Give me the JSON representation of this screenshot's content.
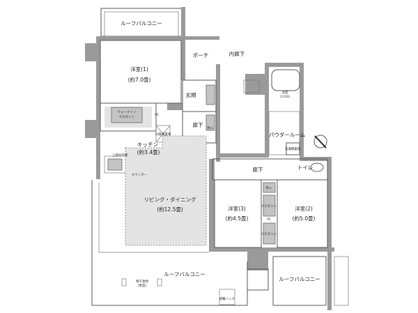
{
  "floorplan": {
    "rooms": {
      "roof_balcony_top": "ルーフバルコニー",
      "bedroom1": {
        "name": "洋室(1)",
        "size": "(約7.0畳)"
      },
      "porch": "ポーチ",
      "inner_corridor": "内廊下",
      "entrance": "玄関",
      "hallway_upper": "廊下",
      "walkin_closet": {
        "line1": "ウォークイン",
        "line2": "クロゼット"
      },
      "kitchen": {
        "name": "キッチン",
        "size": "(約3.4畳)"
      },
      "living_dining": {
        "name": "リビング・ダイニング",
        "size": "(約12.5畳)"
      },
      "bathroom": {
        "name": "浴室",
        "size": "(1416)"
      },
      "powder_room": "パウダールーム",
      "toilet": "トイレ",
      "hallway_lower": "廊下",
      "bedroom3": {
        "name": "洋室(3)",
        "size": "(約4.5畳)"
      },
      "bedroom2": {
        "name": "洋室(2)",
        "size": "(約5.0畳)"
      },
      "roof_balcony_bottom": "ルーフバルコニー",
      "roof_balcony_right": "ルーフバルコニー"
    },
    "fixtures": {
      "storage_a": "物入",
      "storage_b": "物入",
      "ps_a": "PS",
      "ps_b": "PS",
      "closet_a": "クロゼット",
      "closet_b": "クロゼット",
      "fridge": "冷蔵庫置場",
      "washer": "洗濯機置場",
      "upper_cabinet": "上部吊戸棚",
      "counter": "カウンター",
      "laundry_hardware": {
        "line1": "物干金物",
        "line2": "(壁型)"
      },
      "escape_hatch": "避難ハッチ"
    }
  }
}
